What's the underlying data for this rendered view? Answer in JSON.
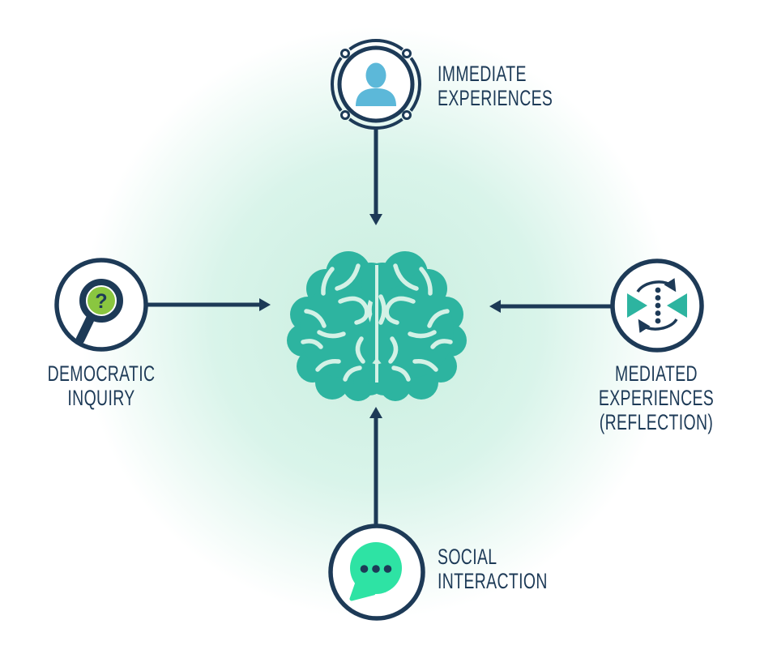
{
  "diagram": {
    "description": "Four inputs feeding the mind",
    "colors": {
      "navy": "#1d3a57",
      "brain_teal": "#2db4a0",
      "bubble_mint": "#2ee3a4",
      "person_blue": "#5cb8d9",
      "lime_green": "#8ac640",
      "glow_mint": "#c9eedf"
    },
    "center": {
      "name": "brain"
    },
    "nodes": {
      "top": {
        "label_lines": [
          "IMMEDIATE",
          "EXPERIENCES"
        ],
        "icon": "user-circuit-icon"
      },
      "left": {
        "label_lines": [
          "DEMOCRATIC",
          "INQUIRY"
        ],
        "icon": "magnifier-question-icon",
        "question_mark": "?"
      },
      "right": {
        "label_lines": [
          "MEDIATED",
          "EXPERIENCES",
          "(REFLECTION)"
        ],
        "icon": "reflection-cycle-icon"
      },
      "bottom": {
        "label_lines": [
          "SOCIAL",
          "INTERACTION"
        ],
        "icon": "chat-bubble-icon"
      }
    }
  }
}
